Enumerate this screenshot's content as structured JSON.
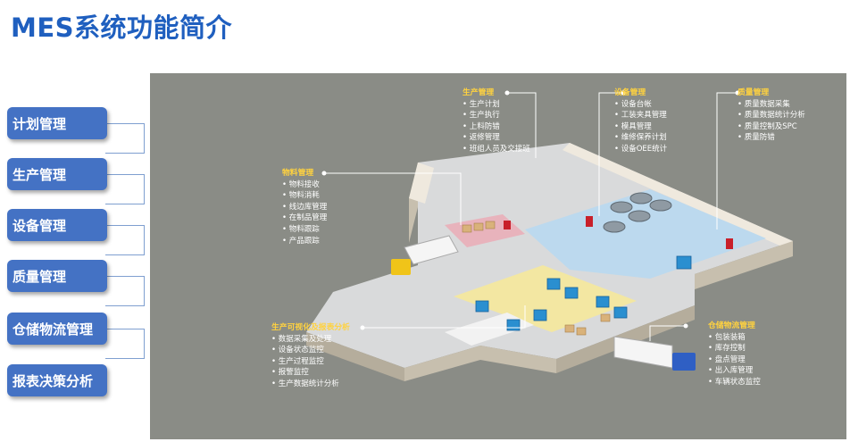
{
  "title": "MES系统功能简介",
  "sidebar": {
    "items": [
      {
        "label": "计划管理"
      },
      {
        "label": "生产管理"
      },
      {
        "label": "设备管理"
      },
      {
        "label": "质量管理"
      },
      {
        "label": "仓储物流管理"
      },
      {
        "label": "报表决策分析"
      }
    ]
  },
  "modules": {
    "production": {
      "title": "生产管理",
      "items": [
        "生产计划",
        "生产执行",
        "上料防错",
        "返修管理",
        "班组人员及交接班"
      ]
    },
    "equipment": {
      "title": "设备管理",
      "items": [
        "设备台帐",
        "工装夹具管理",
        "模具管理",
        "维修保养计划",
        "设备OEE统计"
      ]
    },
    "quality": {
      "title": "质量管理",
      "items": [
        "质量数据采集",
        "质量数据统计分析",
        "质量控制及SPC",
        "质量防错"
      ]
    },
    "material": {
      "title": "物料管理",
      "items": [
        "物料接收",
        "物料消耗",
        "线边库管理",
        "在制品管理",
        "物料跟踪",
        "产品跟踪"
      ]
    },
    "visual": {
      "title": "生产可视化及报表分析",
      "items": [
        "数据采集及处理",
        "设备状态监控",
        "生产过程监控",
        "报警监控",
        "生产数据统计分析"
      ]
    },
    "warehouse": {
      "title": "仓储物流管理",
      "items": [
        "包装装箱",
        "库存控制",
        "盘点管理",
        "出入库管理",
        "车辆状态监控"
      ]
    }
  },
  "colors": {
    "accent": "#1f5fbf",
    "button": "#4472c4",
    "panel": "#8a8c86",
    "module_title": "#ffd23f"
  }
}
